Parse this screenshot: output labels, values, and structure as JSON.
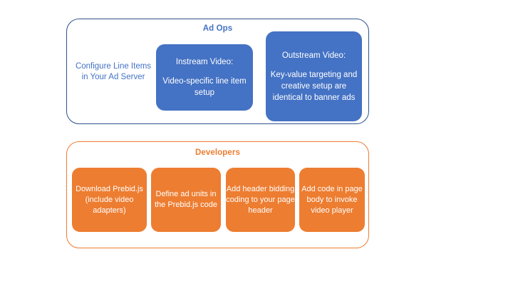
{
  "diagram": {
    "colors": {
      "blue_fill": "#4472C4",
      "blue_border": "#2E528F",
      "orange_fill": "#ED7D31",
      "orange_border": "#ED7D31",
      "text_on_fill": "#FFFFFF",
      "background": "#FFFFFF"
    },
    "groups": [
      {
        "id": "ad-ops",
        "title": "Ad Ops",
        "plain_node": {
          "lines": [
            "Configure Line",
            "Items in Your Ad",
            "Server"
          ],
          "text": "Configure Line Items in Your Ad Server"
        },
        "boxes": [
          {
            "id": "instream-video",
            "heading": "Instream Video:",
            "body": "Video-specific line item setup"
          },
          {
            "id": "outstream-video",
            "heading": "Outstream Video:",
            "body": "Key-value targeting and creative setup are identical to banner ads"
          }
        ]
      },
      {
        "id": "developers",
        "title": "Developers",
        "boxes": [
          {
            "id": "download-prebid",
            "body": "Download Prebid.js (include video adapters)"
          },
          {
            "id": "define-ad-units",
            "body": "Define ad units in the Prebid.js code"
          },
          {
            "id": "header-bidding",
            "body": "Add header bidding coding to your page header"
          },
          {
            "id": "invoke-player",
            "body": "Add code in page body to invoke video player"
          }
        ]
      }
    ]
  }
}
